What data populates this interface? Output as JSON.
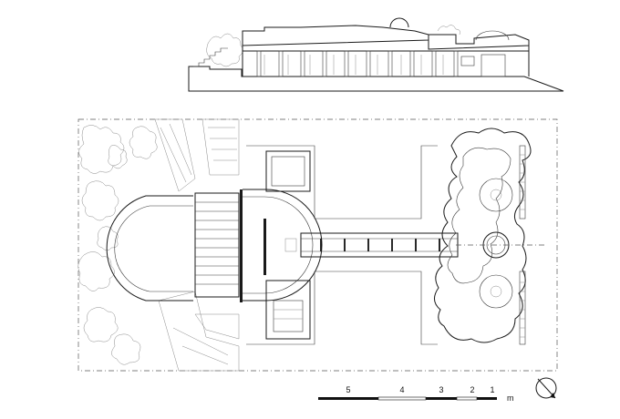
{
  "scale_bar": {
    "labels": [
      "5",
      "4",
      "3",
      "2",
      "1"
    ],
    "unit": "m"
  },
  "north_arrow": {
    "icon": "north-arrow-icon"
  }
}
